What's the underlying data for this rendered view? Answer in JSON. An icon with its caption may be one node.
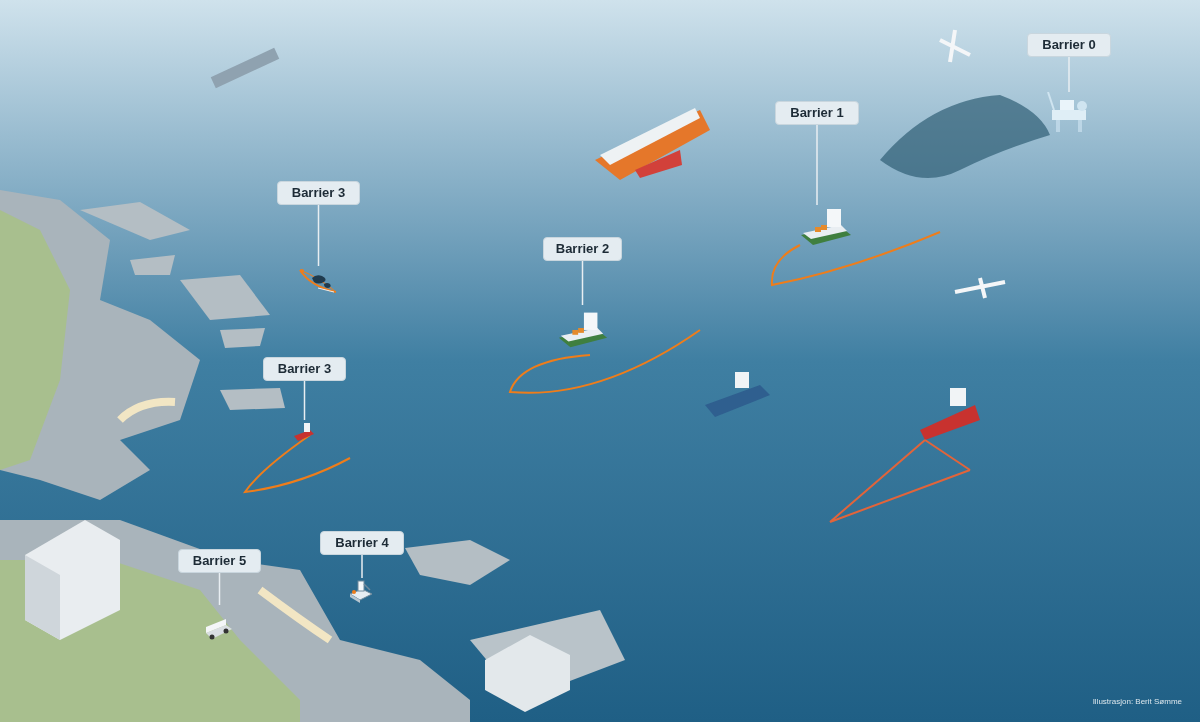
{
  "diagram": {
    "nodes": [
      {
        "text": [
          "Barrier 0"
        ]
      },
      {
        "text": [
          "Barrier 1"
        ]
      },
      {
        "text": [
          "Barrier 3"
        ]
      },
      {
        "text": [
          "Barrier 2"
        ]
      },
      {
        "text": [
          "Barrier 3"
        ]
      },
      {
        "text": [
          "Barrier 4"
        ]
      },
      {
        "text": [
          "Barrier 5"
        ]
      },
      {
        "text": [],
        "shape": "picture"
      },
      {
        "text": [],
        "shape": "picture"
      },
      {
        "text": [],
        "shape": "picture"
      },
      {
        "text": [],
        "shape": "picture"
      },
      {
        "text": [],
        "shape": "picture"
      },
      {
        "text": [],
        "shape": "picture"
      },
      {
        "text": [],
        "shape": "picture"
      }
    ],
    "edges": [
      {
        "from": 0,
        "to": 7,
        "arrow": "none"
      },
      {
        "from": 1,
        "to": 8,
        "arrow": "none"
      },
      {
        "from": 2,
        "to": 9,
        "arrow": "none"
      },
      {
        "from": 3,
        "to": 10,
        "arrow": "none"
      },
      {
        "from": 4,
        "to": 11,
        "arrow": "none"
      },
      {
        "from": 5,
        "to": 12,
        "arrow": "none"
      },
      {
        "from": 6,
        "to": 13,
        "arrow": "none"
      }
    ],
    "labels": [
      "Illustrasjon: Berit Sømme"
    ]
  }
}
